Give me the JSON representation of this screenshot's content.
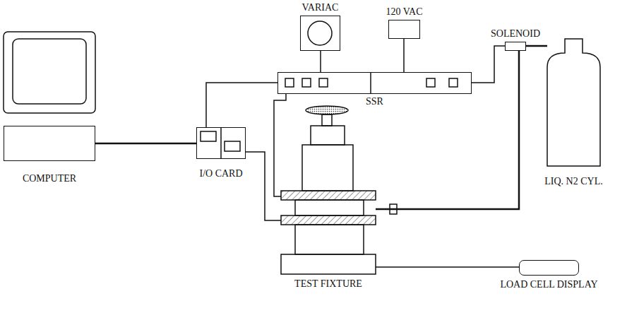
{
  "diagram": {
    "nodes": [
      {
        "text": [
          "VARIAC"
        ]
      },
      {
        "text": [
          "120 VAC"
        ]
      },
      {
        "text": [
          "SSR"
        ]
      },
      {
        "text": [
          "SOLENOID"
        ]
      },
      {
        "text": [
          "COMPUTER"
        ]
      },
      {
        "text": [
          "I/O CARD"
        ]
      },
      {
        "text": [
          "LIQ. N2 CYL."
        ]
      },
      {
        "text": [
          "TEST FIXTURE"
        ]
      },
      {
        "text": [
          "LOAD CELL DISPLAY"
        ]
      }
    ],
    "edges": [
      {
        "from": 4,
        "to": 5,
        "arrow": "none"
      },
      {
        "from": 5,
        "to": 2,
        "arrow": "none"
      },
      {
        "from": 5,
        "to": 7,
        "arrow": "none"
      },
      {
        "from": 0,
        "to": 2,
        "arrow": "none"
      },
      {
        "from": 1,
        "to": 2,
        "arrow": "none"
      },
      {
        "from": 2,
        "to": 3,
        "arrow": "none"
      },
      {
        "from": 3,
        "to": 6,
        "arrow": "none"
      },
      {
        "from": 3,
        "to": 7,
        "arrow": "none"
      },
      {
        "from": 2,
        "to": 7,
        "arrow": "none"
      },
      {
        "from": 7,
        "to": 8,
        "arrow": "none"
      }
    ]
  }
}
